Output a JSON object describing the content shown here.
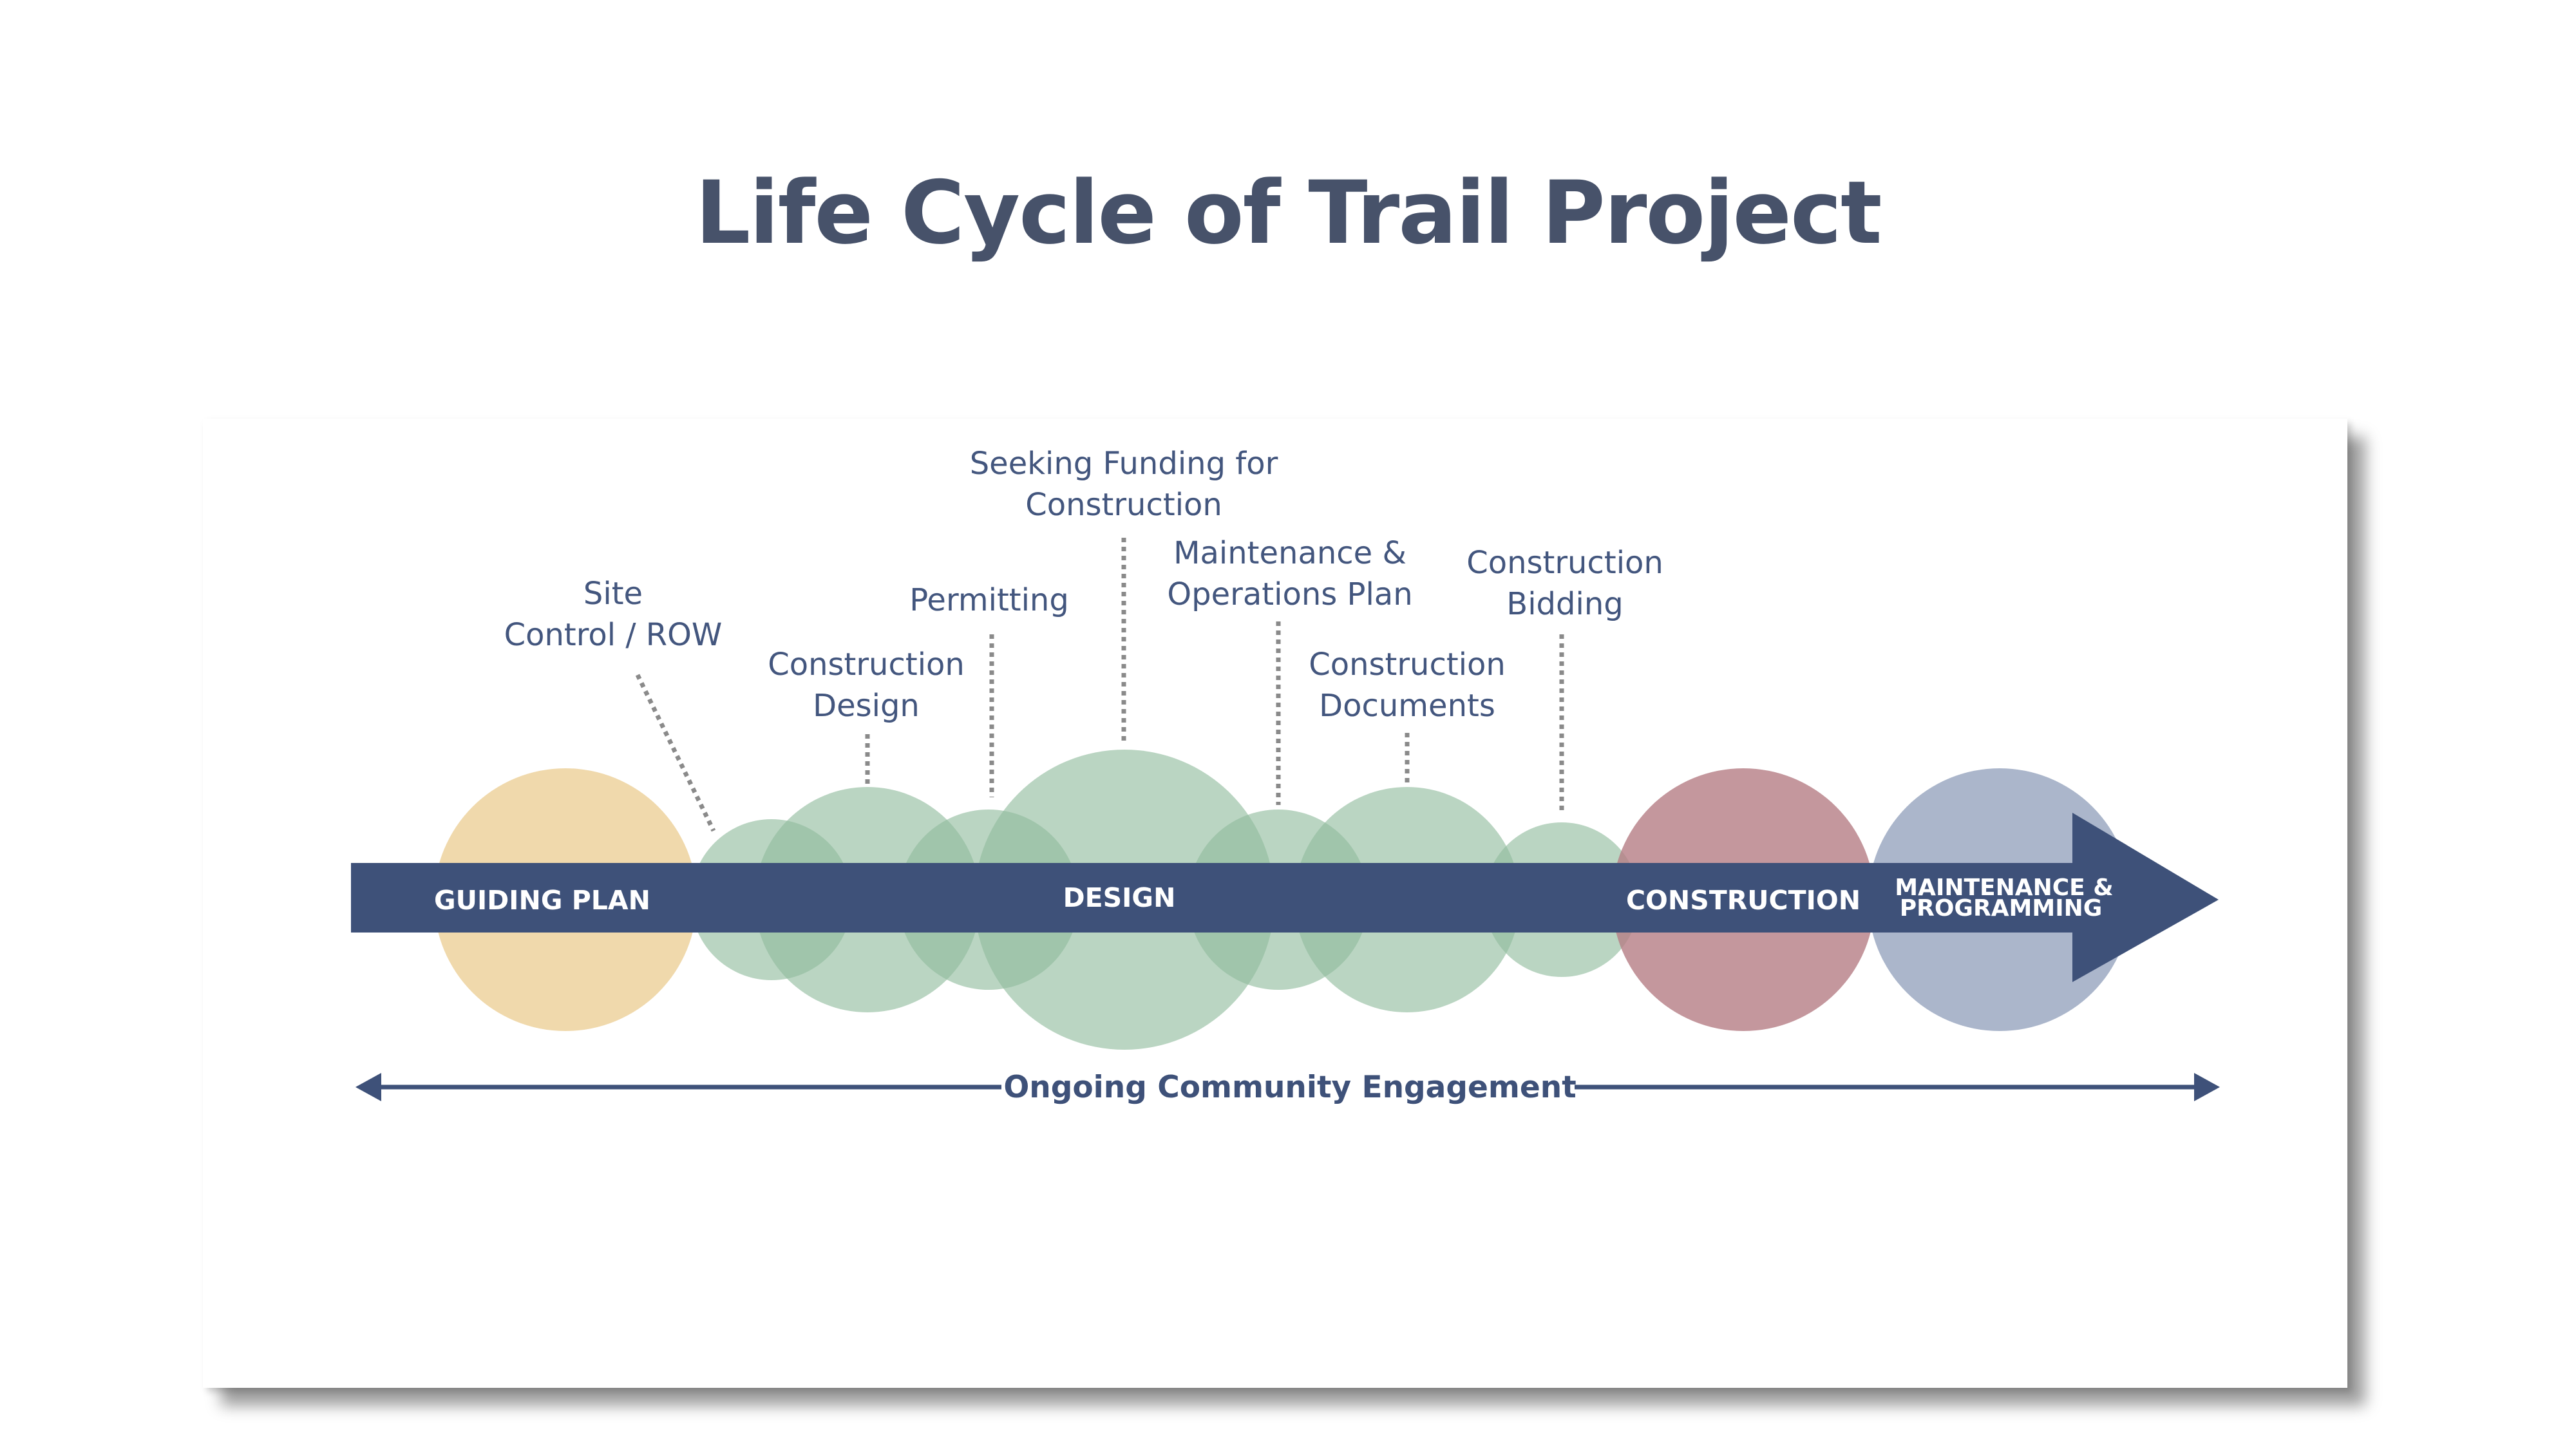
{
  "title": "Life Cycle of Trail Project",
  "colors": {
    "navy": "#3e5179",
    "title": "#47526a",
    "label": "#43567e",
    "guiding_plan": "#edd29d",
    "design": "#90bb9c",
    "construction": "#b57d84",
    "maintenance": "#8f9dba",
    "leader": "#8a8a8a"
  },
  "phases": {
    "guiding_plan": "GUIDING PLAN",
    "design": "DESIGN",
    "construction": "CONSTRUCTION",
    "maintenance_line1": "MAINTENANCE &",
    "maintenance_line2": "PROGRAMMING"
  },
  "steps": [
    {
      "line1": "Site",
      "line2": "Control / ROW"
    },
    {
      "line1": "Construction",
      "line2": "Design"
    },
    {
      "line1": "Permitting",
      "line2": ""
    },
    {
      "line1": "Seeking Funding for",
      "line2": "Construction"
    },
    {
      "line1": "Maintenance &",
      "line2": "Operations Plan"
    },
    {
      "line1": "Construction",
      "line2": "Documents"
    },
    {
      "line1": "Construction",
      "line2": "Bidding"
    }
  ],
  "engagement": "Ongoing Community Engagement"
}
